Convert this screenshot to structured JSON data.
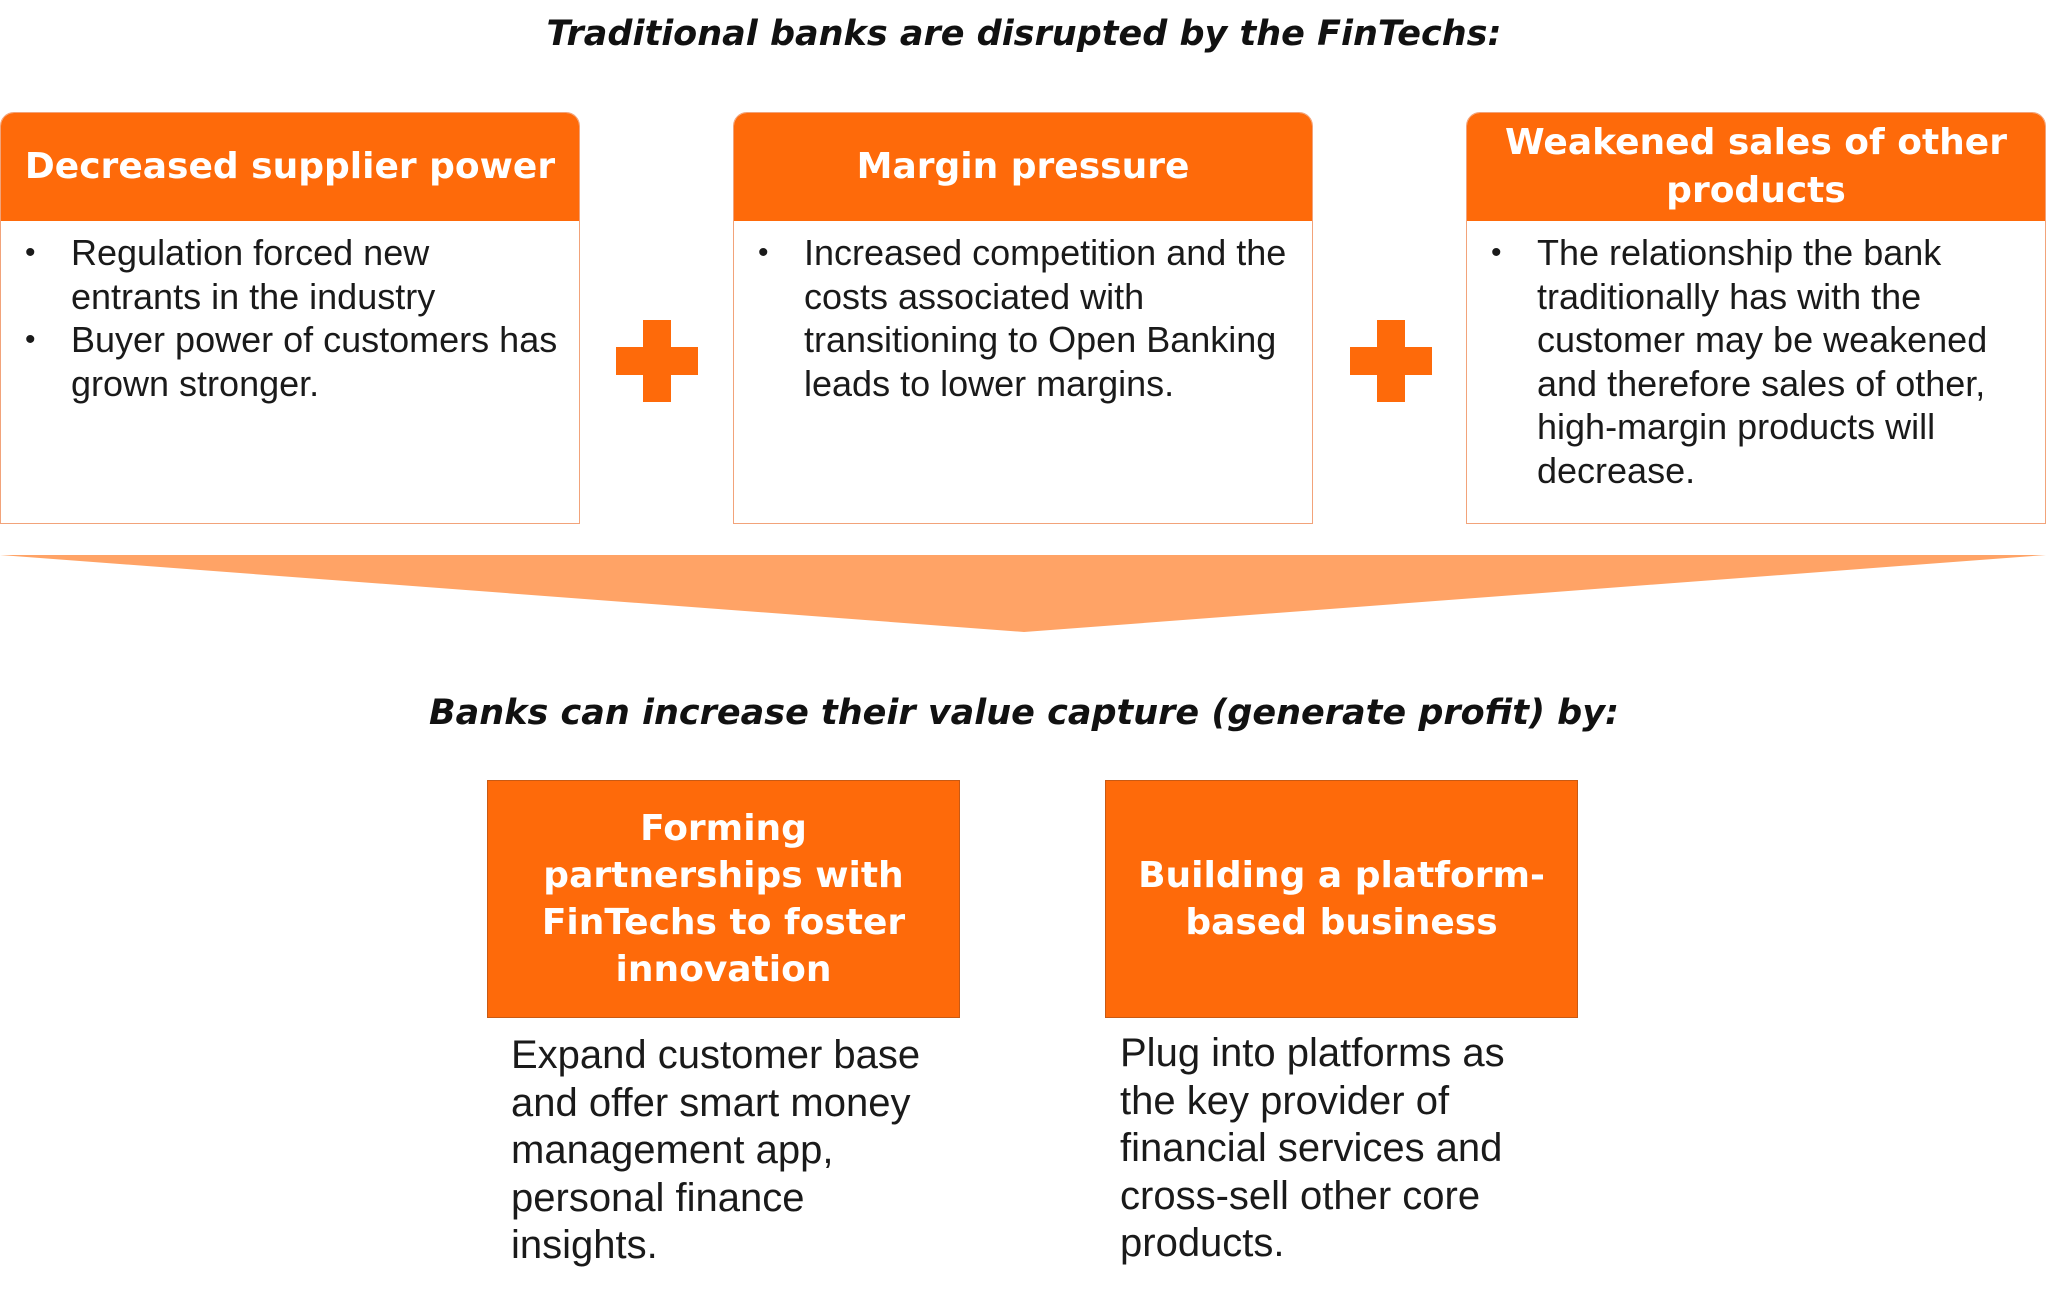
{
  "top_heading": "Traditional banks are disrupted by the FinTechs:",
  "cards": [
    {
      "title": "Decreased supplier power",
      "bullets": [
        "Regulation forced new entrants in the industry",
        "Buyer power of customers has grown stronger."
      ]
    },
    {
      "title": "Margin pressure",
      "bullets": [
        "Increased competition and the costs associated with transitioning to Open Banking leads to lower margins."
      ]
    },
    {
      "title": "Weakened sales of other products",
      "bullets": [
        "The relationship the bank traditionally has with the customer may be weakened and therefore sales of other, high-margin products will decrease."
      ]
    }
  ],
  "bottom_heading": "Banks can increase their value capture (generate profit) by:",
  "actions": [
    {
      "title": "Forming partnerships with FinTechs to foster innovation",
      "description": "Expand customer base and offer smart money management app, personal finance insights."
    },
    {
      "title": "Building a platform-based business",
      "description": "Plug into platforms as the key provider of financial services and cross-sell other core products."
    }
  ],
  "colors": {
    "accent": "#fe6a0a",
    "funnel": "#ffa366",
    "card_border": "#f2a37a"
  }
}
